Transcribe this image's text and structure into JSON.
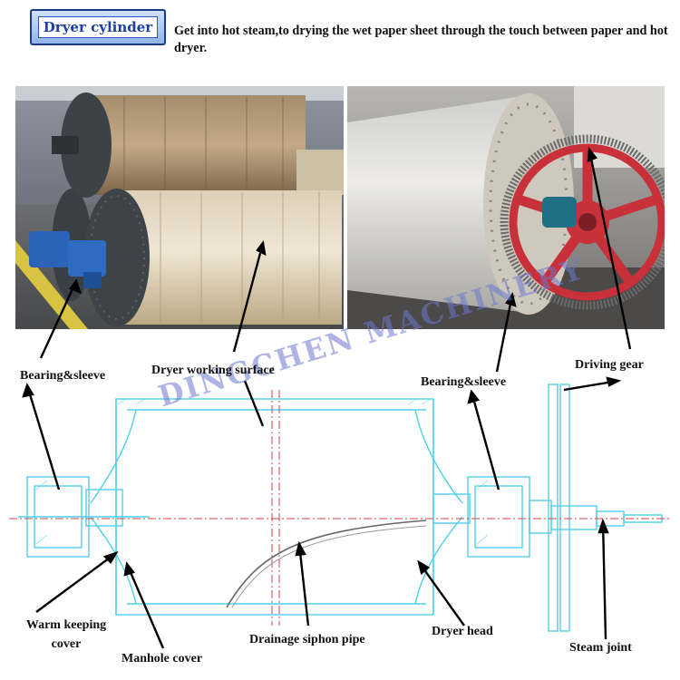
{
  "header": {
    "title": "Dryer cylinder",
    "description": "Get into hot steam,to drying the wet paper sheet through the touch between paper and hot dryer."
  },
  "labels": {
    "bearing_left": "Bearing&sleeve",
    "working_surface": "Dryer working surface",
    "bearing_right": "Bearing&sleeve",
    "driving_gear": "Driving gear",
    "warm_keeping_line1": "Warm keeping",
    "warm_keeping_line2": "cover",
    "manhole_cover": "Manhole cover",
    "drainage_pipe": "Drainage siphon pipe",
    "dryer_head": "Dryer head",
    "steam_joint": "Steam joint"
  },
  "watermark": "DINGCHEN MACHINERY",
  "colors": {
    "title_blue": "#1d3fa6",
    "drawing_cyan": "#4fd0e6",
    "drawing_red": "#d9414b",
    "watermark": "#6c76cd",
    "gear_red": "#c8313a"
  }
}
